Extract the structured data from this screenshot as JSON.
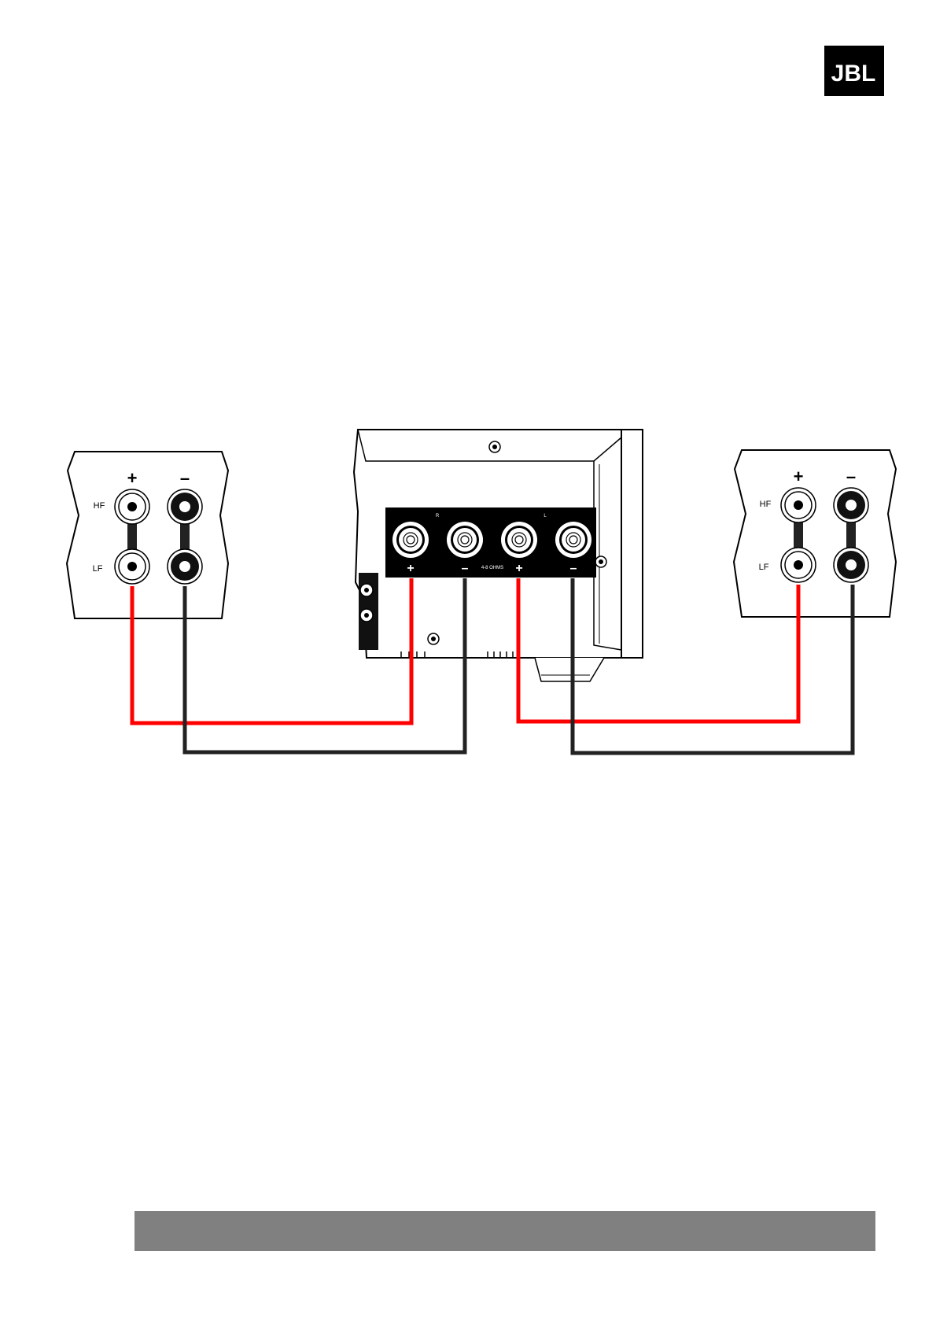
{
  "logo": {
    "text": "JBL",
    "mark": "®",
    "bg": "#000000",
    "fg": "#ffffff"
  },
  "colors": {
    "positive_wire": "#ff0000",
    "negative_wire": "#222222",
    "footer": "#808080"
  },
  "left_speaker": {
    "plus": "+",
    "minus": "–",
    "hf": "HF",
    "lf": "LF"
  },
  "right_speaker": {
    "plus": "+",
    "minus": "–",
    "hf": "HF",
    "lf": "LF"
  },
  "amplifier": {
    "channel_r": "R",
    "channel_l": "L",
    "impedance": "4-8 OHMS",
    "t1": "+",
    "t2": "–",
    "t3": "+",
    "t4": "–"
  }
}
